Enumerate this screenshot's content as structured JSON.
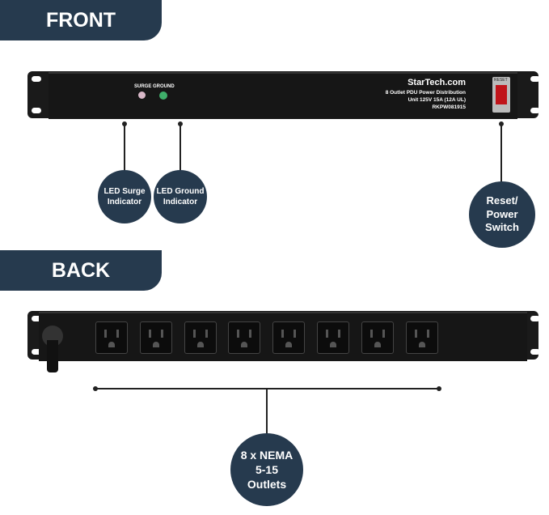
{
  "front": {
    "title": "FRONT",
    "surge_label": "SURGE",
    "ground_label": "GROUND",
    "brand": "StarTech.com",
    "desc1": "8 Outlet PDU Power Distribution",
    "desc2": "Unit 125V 15A (12A UL)",
    "model": "RKPW081915",
    "switch_label": "RESET",
    "callouts": [
      "LED Surge\nIndicator",
      "LED Ground\nIndicator",
      "Reset/\nPower\nSwitch"
    ]
  },
  "back": {
    "title": "BACK",
    "outlet_count": 8,
    "callout": "8 x NEMA\n5-15\nOutlets"
  },
  "colors": {
    "navy": "#263a4e",
    "surge_led": "#d8b8c8",
    "ground_led": "#3fae6a",
    "switch": "#c0141a"
  }
}
